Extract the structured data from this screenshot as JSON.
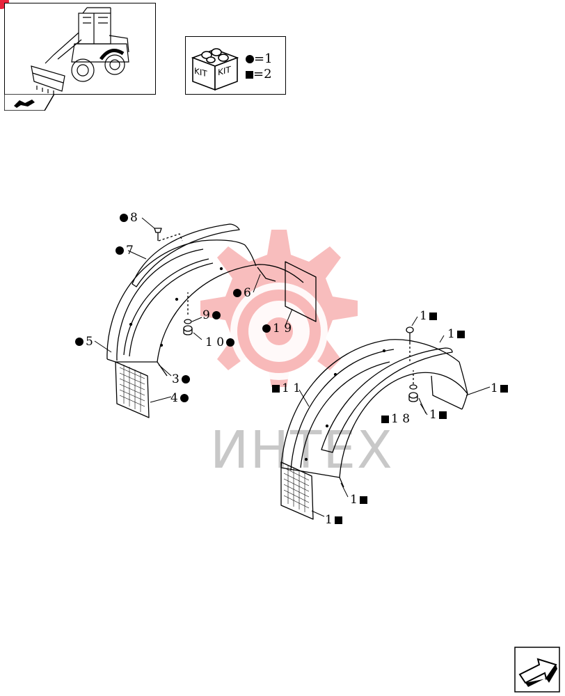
{
  "kit_legend": {
    "kit_label_left": "KIT",
    "kit_label_right": "KIT",
    "circle_value": "=1",
    "square_value": "=2"
  },
  "watermark": {
    "text": "ИНТЕХ",
    "color": "#f05a5a"
  },
  "callouts": [
    {
      "id": "8",
      "text": "8",
      "marker": "circle"
    },
    {
      "id": "7",
      "text": "7",
      "marker": "circle"
    },
    {
      "id": "6",
      "text": "6",
      "marker": "circle"
    },
    {
      "id": "9",
      "text": "9",
      "marker": "circle"
    },
    {
      "id": "19",
      "text": "1 9",
      "marker": "circle"
    },
    {
      "id": "10",
      "text": "1 0",
      "marker": "circle"
    },
    {
      "id": "5",
      "text": "5",
      "marker": "circle"
    },
    {
      "id": "3",
      "text": "3",
      "marker": "circle"
    },
    {
      "id": "4",
      "text": "4",
      "marker": "circle"
    },
    {
      "id": "1a",
      "text": "1",
      "marker": "square"
    },
    {
      "id": "1b",
      "text": "1",
      "marker": "square"
    },
    {
      "id": "11",
      "text": "1 1",
      "marker": "square"
    },
    {
      "id": "1c",
      "text": "1",
      "marker": "square"
    },
    {
      "id": "18",
      "text": "1 8",
      "marker": "square"
    },
    {
      "id": "1d",
      "text": "1",
      "marker": "square"
    },
    {
      "id": "1e",
      "text": "1",
      "marker": "square"
    },
    {
      "id": "1f",
      "text": "1",
      "marker": "square"
    }
  ]
}
